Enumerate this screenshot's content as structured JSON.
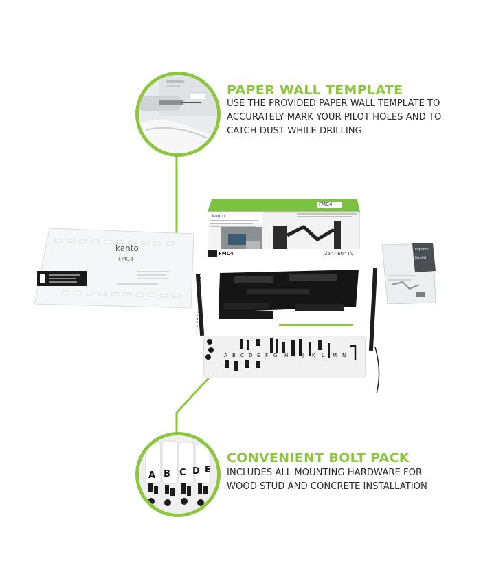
{
  "colors": {
    "accent": "#8dc63f",
    "text": "#2b2b2b"
  },
  "feature_template": {
    "heading": "PAPER WALL TEMPLATE",
    "lines": [
      "USE THE PROVIDED PAPER WALL TEMPLATE TO",
      "ACCURATELY MARK YOUR PILOT HOLES AND TO",
      "CATCH DUST WHILE DRILLING"
    ]
  },
  "feature_bolts": {
    "heading": "CONVENIENT BOLT PACK",
    "lines": [
      "INCLUDES ALL MOUNTING HARDWARE FOR",
      "WOOD STUD AND CONCRETE INSTALLATION"
    ]
  },
  "template_sheet": {
    "brand": "kanto",
    "model": "FMC4"
  },
  "box": {
    "brand": "kanto",
    "model": "FMC4",
    "side_label": "FMC4",
    "size": "26\" - 60\" TV"
  },
  "manual": {
    "lang1": "Español",
    "lang2": "English"
  },
  "bolt_letters": [
    "A",
    "B",
    "C",
    "D",
    "E",
    "F",
    "G",
    "H",
    "I",
    "J",
    "K",
    "L",
    "M",
    "N"
  ],
  "zoom_letters": [
    "A",
    "B",
    "C",
    "D",
    "E"
  ]
}
